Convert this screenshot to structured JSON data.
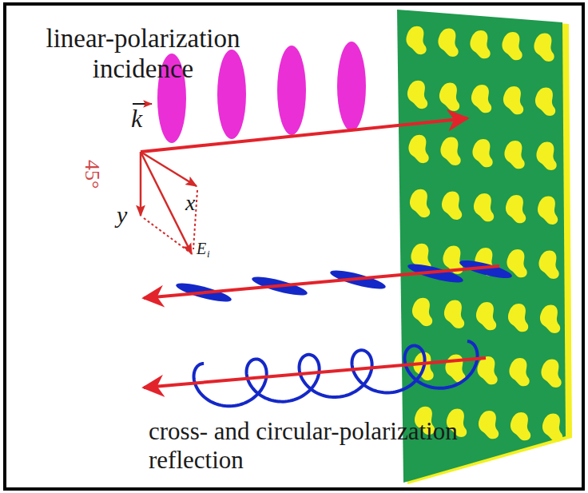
{
  "diagram": {
    "labels": [
      "linear-polarization incidence",
      "k",
      "45°",
      "x",
      "y",
      "E",
      "i",
      "cross- and circular-polarization reflection"
    ]
  }
}
